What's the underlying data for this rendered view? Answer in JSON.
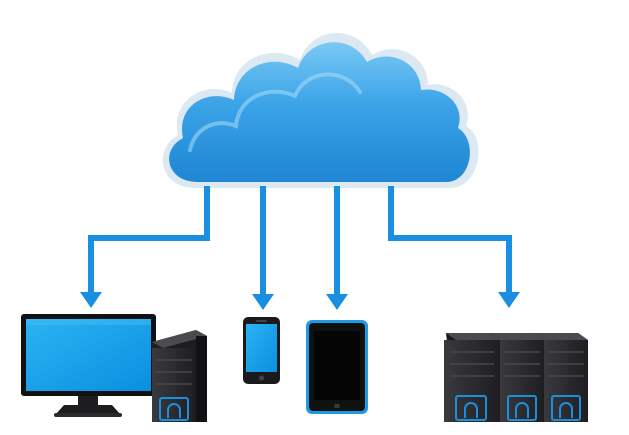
{
  "diagram": {
    "type": "cloud-computing-illustration",
    "nodes": [
      {
        "id": "cloud",
        "icon": "cloud-icon"
      },
      {
        "id": "desktop",
        "icon": "desktop-computer-icon"
      },
      {
        "id": "phone",
        "icon": "smartphone-icon"
      },
      {
        "id": "tablet",
        "icon": "tablet-icon"
      },
      {
        "id": "servers",
        "icon": "server-rack-icon"
      }
    ],
    "edges": [
      {
        "from": "cloud",
        "to": "desktop"
      },
      {
        "from": "cloud",
        "to": "phone"
      },
      {
        "from": "cloud",
        "to": "tablet"
      },
      {
        "from": "cloud",
        "to": "servers"
      }
    ]
  },
  "colors": {
    "cloud_fill": "#2f97e0",
    "cloud_highlight": "#66bdf2",
    "cloud_rim": "#e4eef7",
    "arrow": "#1a8ee0",
    "device_dark": "#2b2b2e",
    "device_black": "#111111",
    "screen_blue": "#119ee8",
    "tablet_accent": "#1d9be6"
  }
}
